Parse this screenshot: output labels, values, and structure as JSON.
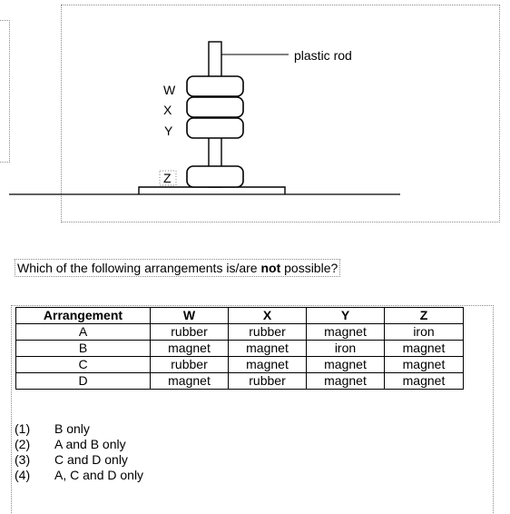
{
  "figure": {
    "rod_label": "plastic rod",
    "labels": {
      "w": "W",
      "x": "X",
      "y": "Y",
      "z": "Z"
    }
  },
  "question": {
    "before": "Which of the following arrangements is/are ",
    "emphasis": "not",
    "after": " possible?"
  },
  "table": {
    "headers": [
      "Arrangement",
      "W",
      "X",
      "Y",
      "Z"
    ],
    "rows": [
      [
        "A",
        "rubber",
        "rubber",
        "magnet",
        "iron"
      ],
      [
        "B",
        "magnet",
        "magnet",
        "iron",
        "magnet"
      ],
      [
        "C",
        "rubber",
        "magnet",
        "magnet",
        "magnet"
      ],
      [
        "D",
        "magnet",
        "rubber",
        "magnet",
        "magnet"
      ]
    ]
  },
  "options": [
    {
      "num": "(1)",
      "text": "B only"
    },
    {
      "num": "(2)",
      "text": "A and B only"
    },
    {
      "num": "(3)",
      "text": "C and D only"
    },
    {
      "num": "(4)",
      "text": "A, C and D only"
    }
  ]
}
